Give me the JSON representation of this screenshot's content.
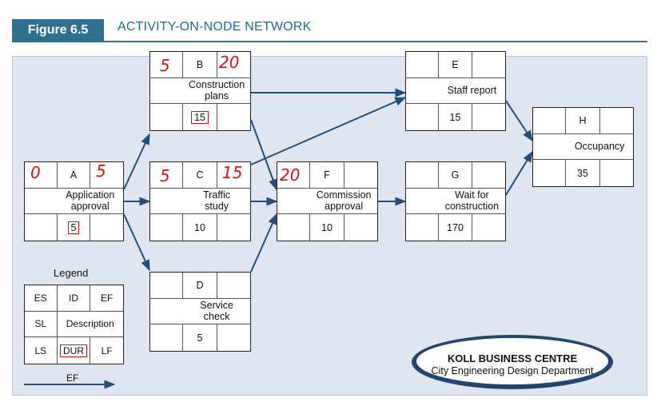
{
  "figure": {
    "number": "Figure 6.5",
    "title": "ACTIVITY-ON-NODE NETWORK"
  },
  "nodes": {
    "A": {
      "id": "A",
      "desc1": "Application",
      "desc2": "approval",
      "dur": "5"
    },
    "B": {
      "id": "B",
      "desc1": "Construction",
      "desc2": "plans",
      "dur": "15"
    },
    "C": {
      "id": "C",
      "desc1": "Traffic",
      "desc2": "study",
      "dur": "10"
    },
    "D": {
      "id": "D",
      "desc1": "Service",
      "desc2": "check",
      "dur": "5"
    },
    "E": {
      "id": "E",
      "desc1": "Staff report",
      "desc2": "",
      "dur": "15"
    },
    "F": {
      "id": "F",
      "desc1": "Commission",
      "desc2": "approval",
      "dur": "10"
    },
    "G": {
      "id": "G",
      "desc1": "Wait for",
      "desc2": "construction",
      "dur": "170"
    },
    "H": {
      "id": "H",
      "desc1": "Occupancy",
      "desc2": "",
      "dur": "35"
    }
  },
  "handwritten": {
    "A_es": "0",
    "A_ef": "5",
    "B_es": "5",
    "B_ef": "20",
    "C_es": "5",
    "C_ef": "15",
    "F_es": "20",
    "color": "#d41414"
  },
  "legend": {
    "title": "Legend",
    "es": "ES",
    "id": "ID",
    "ef": "EF",
    "sl": "SL",
    "desc": "Description",
    "ls": "LS",
    "dur": "DUR",
    "lf": "LF",
    "arrow_label": "EF"
  },
  "badge": {
    "title": "KOLL BUSINESS CENTRE",
    "subtitle": "City Engineering Design Department"
  },
  "colors": {
    "accent": "#2f6f8f",
    "arrow": "#1f4f7a",
    "panel": "#dfe6f2",
    "badge_ring": "#24456e"
  }
}
